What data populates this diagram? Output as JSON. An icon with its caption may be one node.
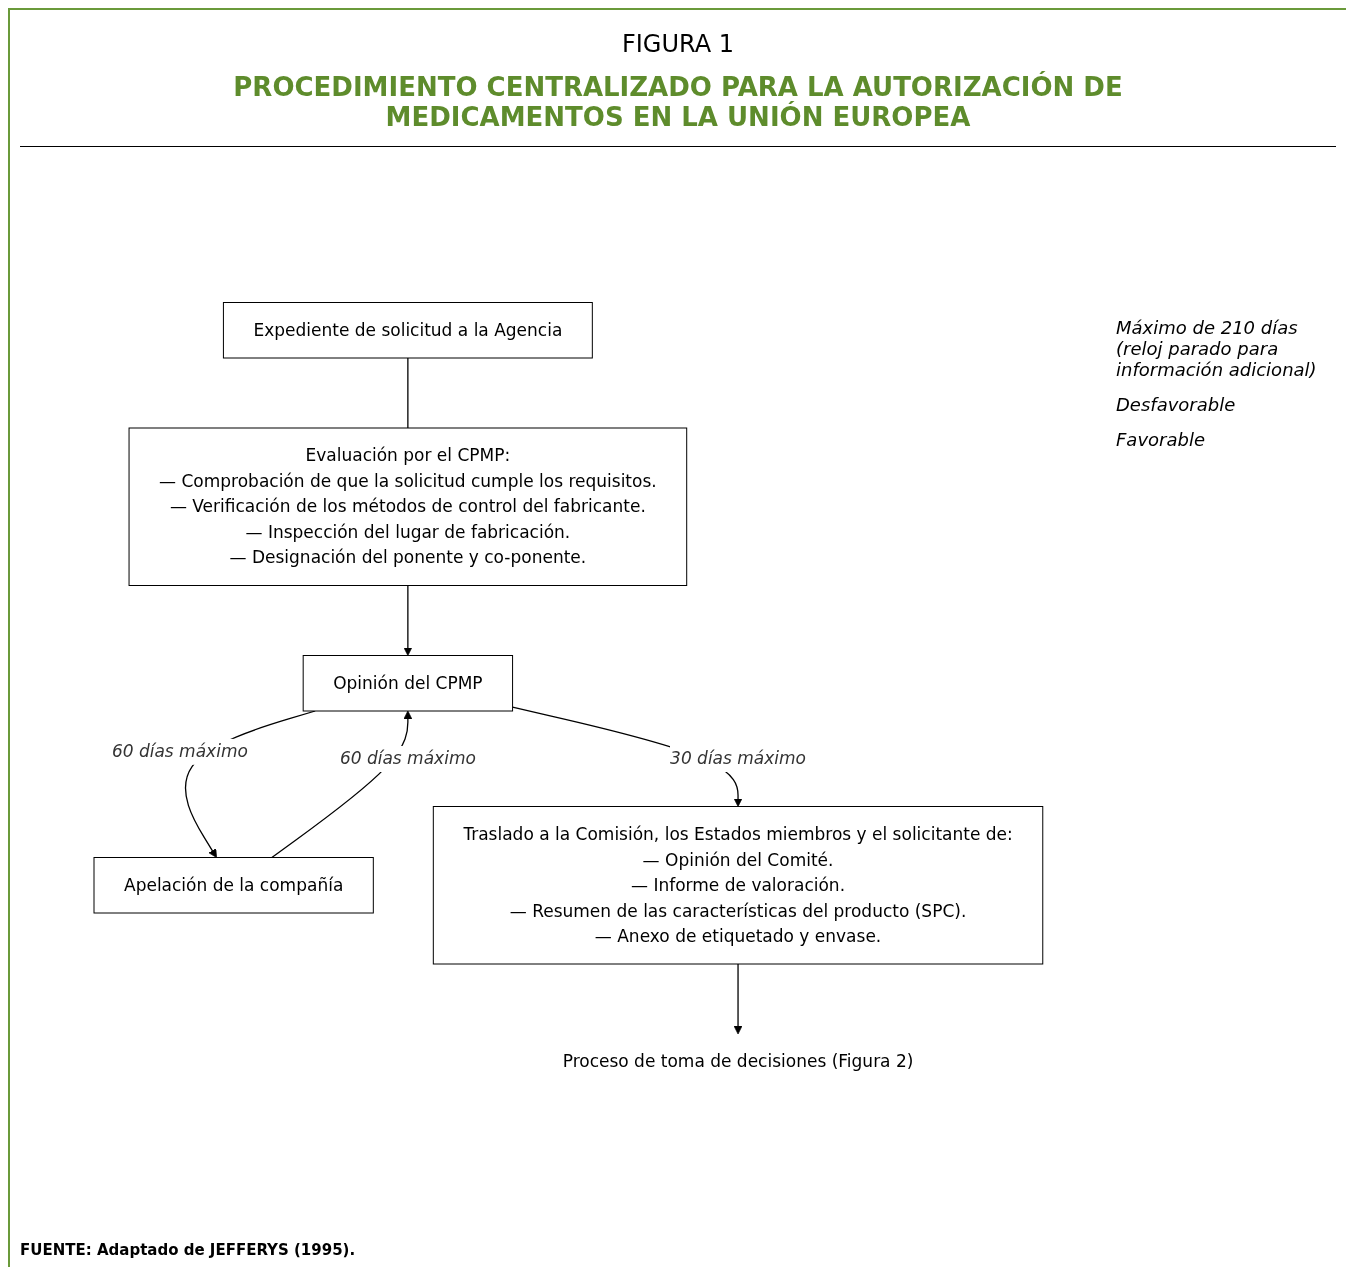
{
  "diagram": {
    "title": "PROCEDIMIENTO CENTRALIZADO PARA LA AUTORIZACIÓN DE MEDICAMENTOS EN LA UNIÓN EUROPEA",
    "caption": "FUENTE: Adaptado de JEFFERYS (1995).",
    "nodes": [
      {
        "text": [
          "Expediente de solicitud a la Agencia"
        ]
      },
      {
        "text": [
          "Evaluación por el CPMP:",
          "— Comprobación de que la solicitud cumple los requisitos.",
          "— Verificación de los métodos de control del fabricante.",
          "— Inspección del lugar de fabricación.",
          "— Designación del ponente y co-ponente."
        ]
      },
      {
        "text": [
          "Opinión del CPMP"
        ]
      },
      {
        "text": [
          "Apelación de la compañía"
        ]
      },
      {
        "text": [
          "Traslado a la Comisión, los Estados miembros y el solicitante de:",
          "— Opinión del Comité.",
          "— Informe de valoración.",
          "— Resumen de las características del producto (SPC).",
          "— Anexo de etiquetado y envase."
        ]
      },
      {
        "text": [
          "Proceso de toma de decisiones (Figura 2)"
        ]
      }
    ],
    "edges": [
      {
        "from": 0,
        "to": 1,
        "arrow": "none"
      },
      {
        "from": 1,
        "to": 2,
        "arrow": "to"
      },
      {
        "from": 2,
        "to": 3,
        "arrow": "to",
        "label": "60 días máximo"
      },
      {
        "from": 3,
        "to": 2,
        "arrow": "to",
        "label": "60 días máximo"
      },
      {
        "from": 2,
        "to": 4,
        "arrow": "to",
        "label": "30 días máximo"
      },
      {
        "from": 4,
        "to": 5,
        "arrow": "to"
      }
    ],
    "labels": [
      "FIGURA 1",
      "Máximo de 210 días (reloj parado para información adicional)",
      "Desfavorable",
      "Favorable"
    ]
  }
}
